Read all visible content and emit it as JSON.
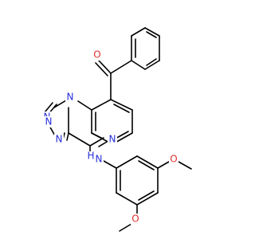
{
  "molecule": {
    "atoms": {
      "oxygen_carbonyl": "O",
      "n_triazole_1": "N",
      "n_triazole_2": "N",
      "n_triazole_3": "N",
      "n_bridgehead": "N",
      "n_quinoxaline": "N",
      "n_amine": "N",
      "h_amine": "H",
      "oxygen_methoxy_1": "O",
      "oxygen_methoxy_2": "O"
    },
    "colors": {
      "bond": "#000000",
      "oxygen": "#e03030",
      "nitrogen": "#2830d8"
    }
  }
}
